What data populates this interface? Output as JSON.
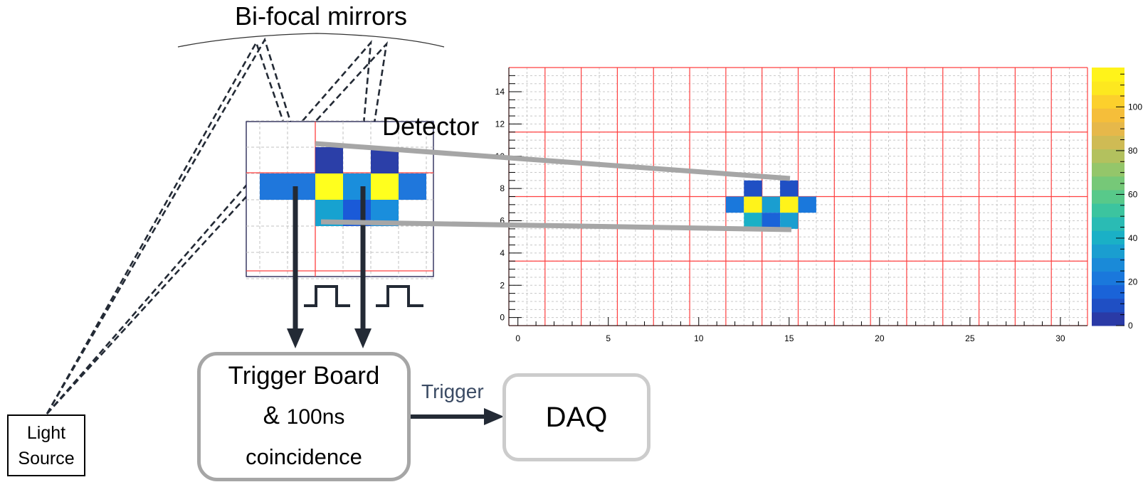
{
  "mirrors_label": "Bi-focal mirrors",
  "detector_label": "Detector",
  "light_source": {
    "line1": "Light",
    "line2": "Source"
  },
  "trigger_board": {
    "line1": "Trigger Board",
    "amp": "&",
    "line2_rest": "100ns",
    "line3": "coincidence"
  },
  "trigger_label": "Trigger",
  "daq_label": "DAQ",
  "colors": {
    "line": "#232a35",
    "grey_box": "#a6a6a6",
    "daq_border": "#cccccc",
    "grid_red": "#ff4040",
    "grid_dash": "#c8c8c8",
    "connector": "#a6a6a6"
  },
  "detector_small": {
    "cells": [
      {
        "c": 2,
        "r": 0,
        "color": "#2b3fa8"
      },
      {
        "c": 4,
        "r": 0,
        "color": "#2b3fa8"
      },
      {
        "c": 0,
        "r": 1,
        "color": "#1f77dc"
      },
      {
        "c": 1,
        "r": 1,
        "color": "#1f77dc"
      },
      {
        "c": 2,
        "r": 1,
        "color": "#ffff1e"
      },
      {
        "c": 3,
        "r": 1,
        "color": "#1a8edc"
      },
      {
        "c": 4,
        "r": 1,
        "color": "#ffff1e"
      },
      {
        "c": 5,
        "r": 1,
        "color": "#1f77dc"
      },
      {
        "c": 2,
        "r": 2,
        "color": "#17a2d0"
      },
      {
        "c": 3,
        "r": 2,
        "color": "#1a5ad8"
      },
      {
        "c": 4,
        "r": 2,
        "color": "#1a8edc"
      }
    ]
  },
  "chart_data": {
    "type": "heatmap",
    "xlim": [
      -0.5,
      31.5
    ],
    "ylim": [
      -0.5,
      15.5
    ],
    "x_ticks": [
      0,
      5,
      10,
      15,
      20,
      25,
      30
    ],
    "y_ticks": [
      0,
      2,
      4,
      6,
      8,
      10,
      12,
      14
    ],
    "colorbar_ticks": [
      0,
      20,
      40,
      60,
      80,
      100
    ],
    "colorbar_range": [
      0,
      118
    ],
    "colormap": [
      "#2a3aa6",
      "#1f4fc4",
      "#1a63d8",
      "#1a78dc",
      "#1a8ad8",
      "#1a9ed0",
      "#1ab0c6",
      "#2abbb4",
      "#3cc49f",
      "#58c98a",
      "#76c878",
      "#94c66a",
      "#b3c15e",
      "#cfbb54",
      "#e6b84a",
      "#f5be3a",
      "#fcd02c",
      "#fde81f",
      "#fff31a"
    ],
    "grid": true,
    "cells": [
      {
        "x": 13,
        "y": 8,
        "value": 8
      },
      {
        "x": 15,
        "y": 8,
        "value": 8
      },
      {
        "x": 12,
        "y": 7,
        "value": 22
      },
      {
        "x": 13,
        "y": 7,
        "value": 118
      },
      {
        "x": 14,
        "y": 7,
        "value": 30
      },
      {
        "x": 15,
        "y": 7,
        "value": 118
      },
      {
        "x": 16,
        "y": 7,
        "value": 22
      },
      {
        "x": 13,
        "y": 6,
        "value": 40
      },
      {
        "x": 14,
        "y": 6,
        "value": 14
      },
      {
        "x": 15,
        "y": 6,
        "value": 30
      }
    ]
  }
}
